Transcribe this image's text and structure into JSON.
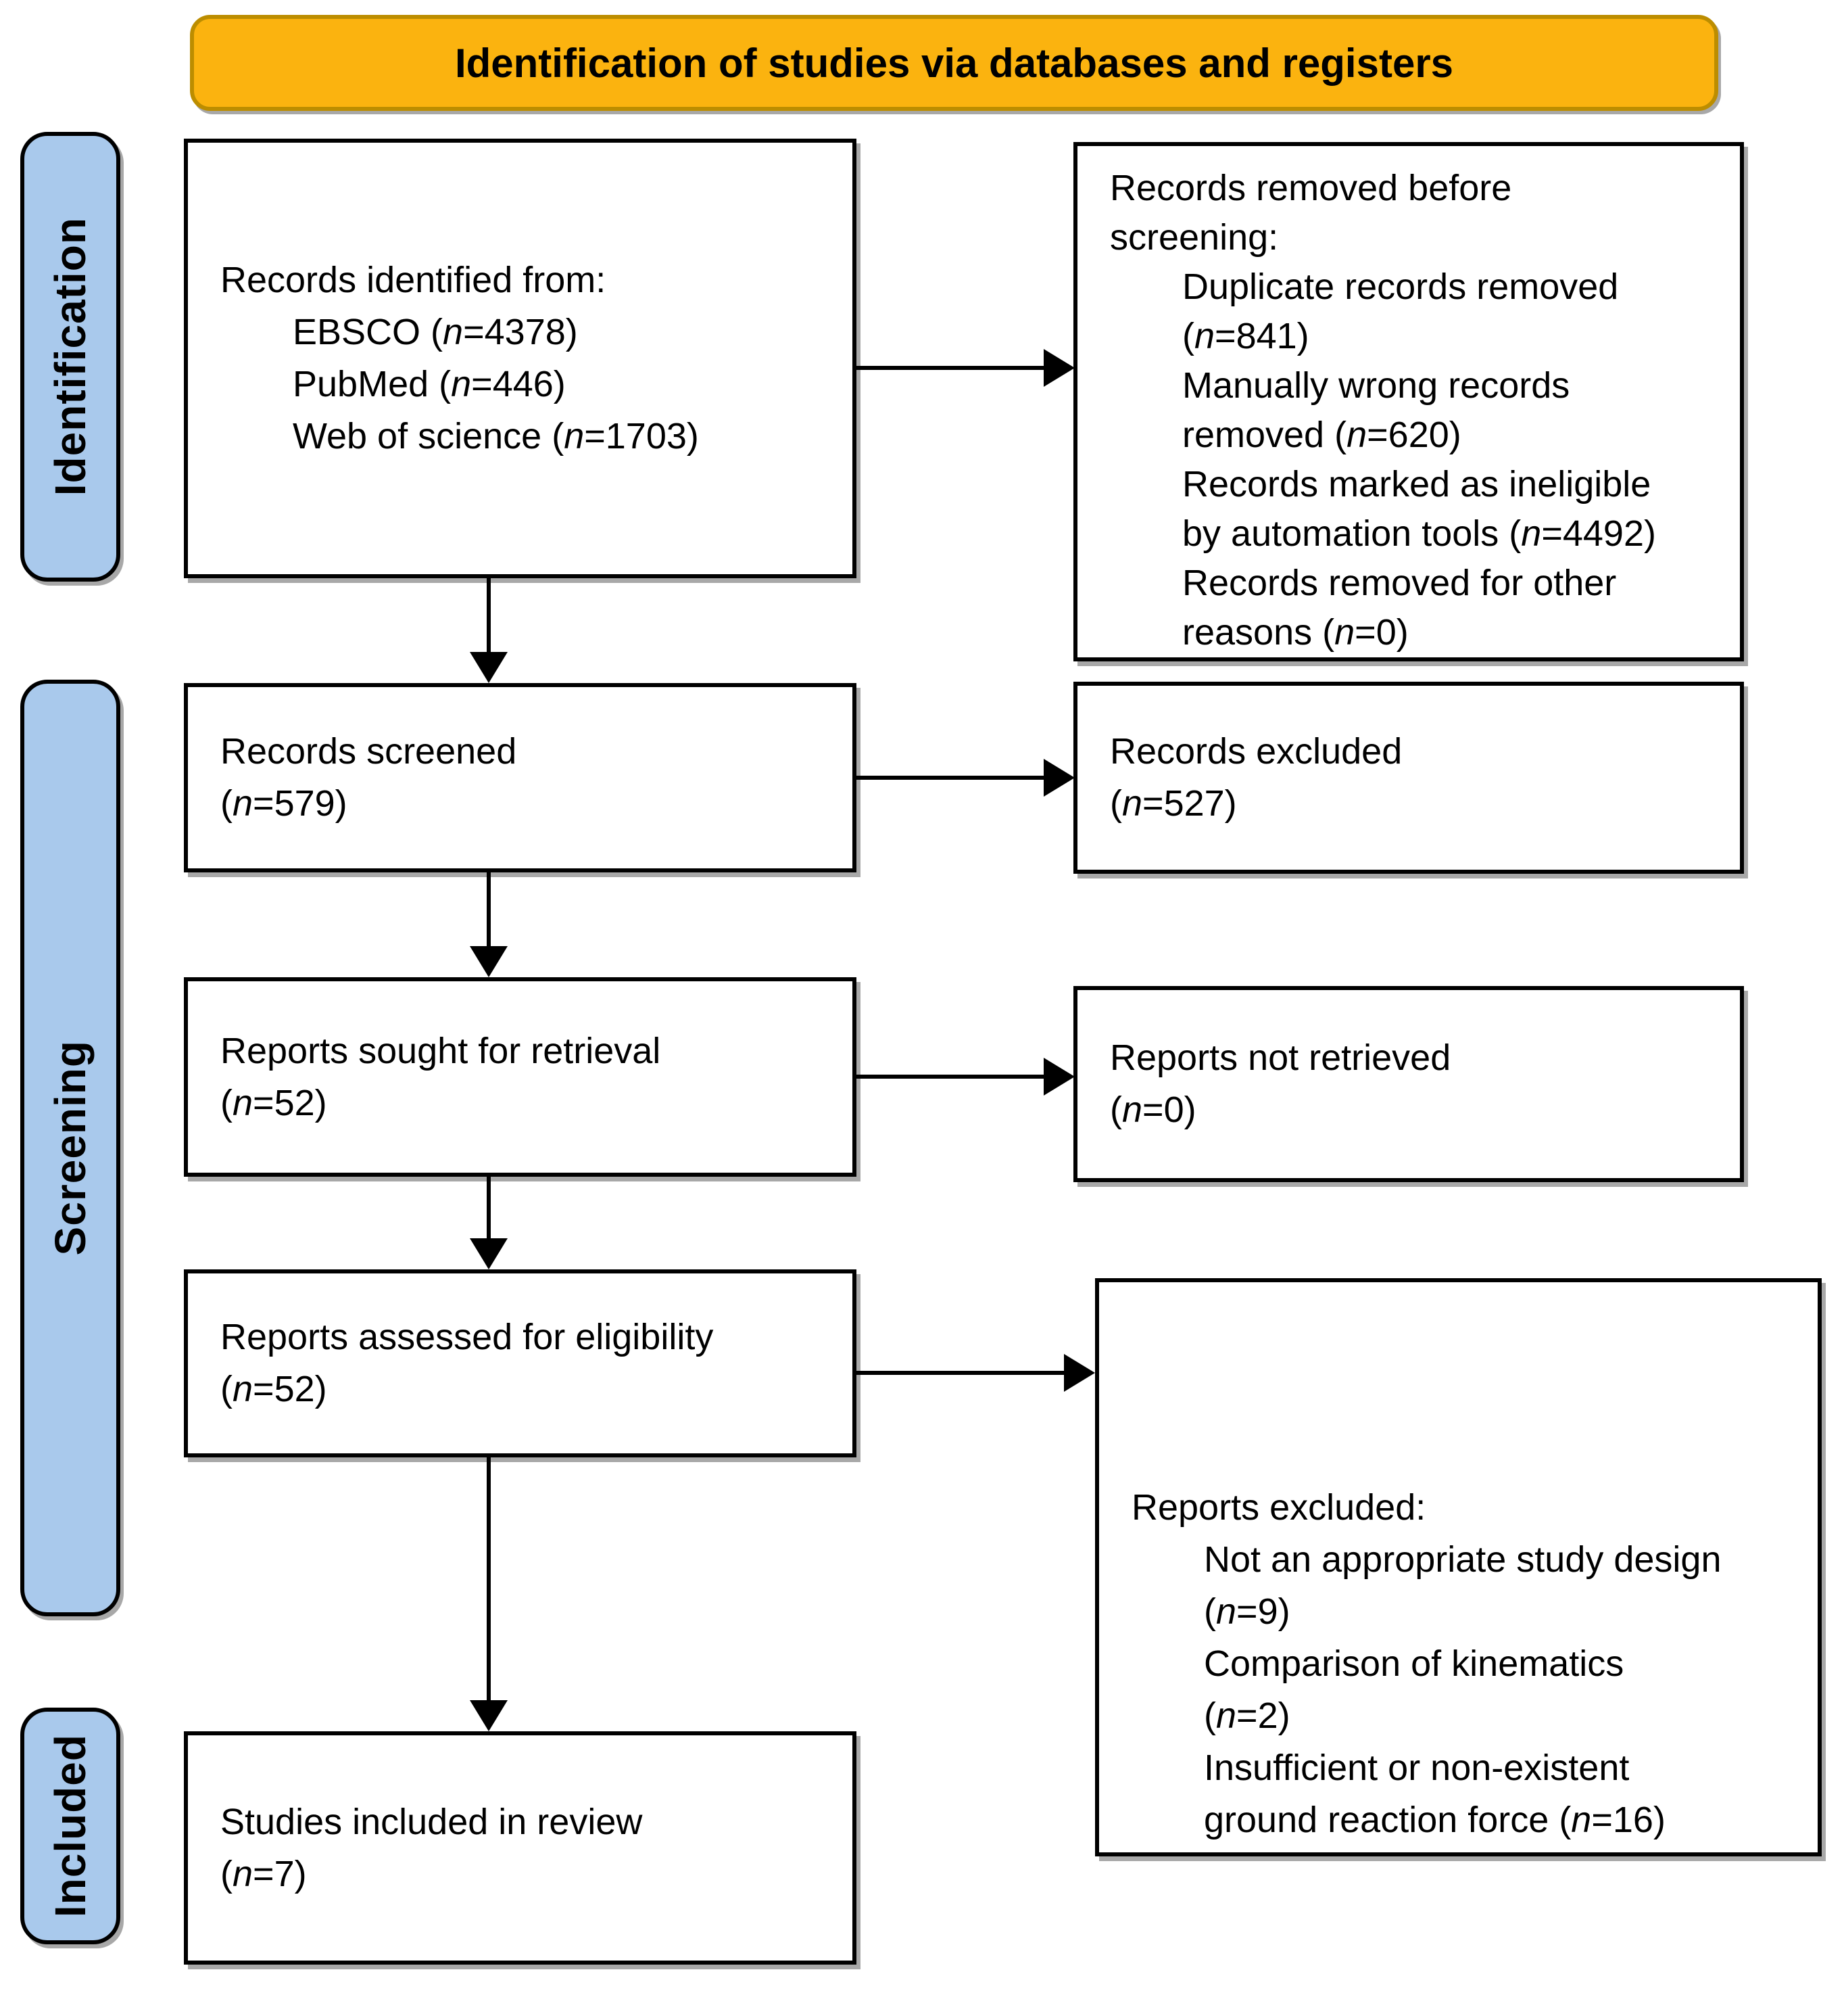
{
  "header": {
    "label": "Identification of studies via databases and registers"
  },
  "stage_labels": {
    "identification": "Identification",
    "screening": "Screening",
    "included": "Included"
  },
  "colors": {
    "header_fill": "#FBB30F",
    "header_border": "#BC8D00",
    "stage_fill": "#A9C9EC",
    "box_border": "#000000",
    "shadow": "#A8A8A8"
  },
  "boxes": {
    "records_identified": {
      "lines": [
        {
          "text": "Records identified from:",
          "indent": 0
        },
        {
          "text": "EBSCO (n=4378)",
          "indent": 1
        },
        {
          "text": "PubMed (n=446)",
          "indent": 1
        },
        {
          "text": "Web of science (n=1703)",
          "indent": 1
        }
      ]
    },
    "records_removed": {
      "lines": [
        {
          "text": "Records removed before",
          "indent": 0
        },
        {
          "text": "screening:",
          "indent": 0
        },
        {
          "text": "Duplicate records removed",
          "indent": 1
        },
        {
          "text": "(n=841)",
          "indent": 1
        },
        {
          "text": "Manually wrong records",
          "indent": 1
        },
        {
          "text": "removed (n=620)",
          "indent": 1
        },
        {
          "text": "Records marked as ineligible",
          "indent": 1
        },
        {
          "text": "by automation tools (n=4492)",
          "indent": 1
        },
        {
          "text": "Records removed for other",
          "indent": 1
        },
        {
          "text": "reasons (n=0)",
          "indent": 1
        }
      ]
    },
    "records_screened": {
      "lines": [
        {
          "text": "Records screened",
          "indent": 0
        },
        {
          "text": "(n=579)",
          "indent": 0
        }
      ]
    },
    "records_excluded": {
      "lines": [
        {
          "text": "Records excluded",
          "indent": 0
        },
        {
          "text": "(n=527)",
          "indent": 0
        }
      ]
    },
    "reports_sought": {
      "lines": [
        {
          "text": "Reports sought for retrieval",
          "indent": 0
        },
        {
          "text": "(n=52)",
          "indent": 0
        }
      ]
    },
    "reports_not_retrieved": {
      "lines": [
        {
          "text": "Reports not retrieved",
          "indent": 0
        },
        {
          "text": "(n=0)",
          "indent": 0
        }
      ]
    },
    "reports_assessed": {
      "lines": [
        {
          "text": "Reports assessed for eligibility",
          "indent": 0
        },
        {
          "text": "(n=52)",
          "indent": 0
        }
      ]
    },
    "reports_excluded": {
      "lines": [
        {
          "text": "Reports excluded:",
          "indent": 0
        },
        {
          "text": "Not an appropriate study design",
          "indent": 1
        },
        {
          "text": "(n=9)",
          "indent": 1
        },
        {
          "text": "Comparison of kinematics",
          "indent": 1
        },
        {
          "text": "(n=2)",
          "indent": 1
        },
        {
          "text": "Insufficient or non-existent",
          "indent": 1
        },
        {
          "text": "ground reaction force (n=16)",
          "indent": 1
        }
      ]
    },
    "studies_included": {
      "lines": [
        {
          "text": "Studies included in review",
          "indent": 0
        },
        {
          "text": "(n=7)",
          "indent": 0
        }
      ]
    }
  }
}
